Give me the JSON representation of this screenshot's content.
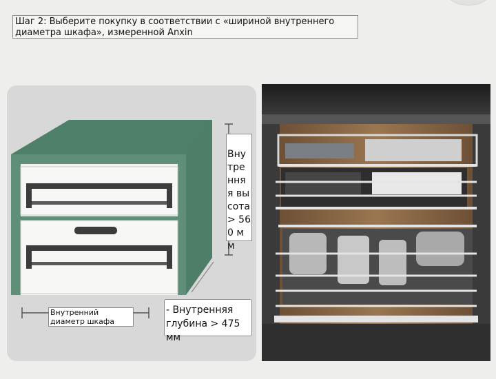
{
  "step": {
    "text": "Шаг 2: Выберите покупку в соответствии с «шириной внутреннего диаметра шкафа», измеренной Anxin"
  },
  "dimensions": {
    "height_label": "Внутренняя высота > 560 мм",
    "width_label": "Внутренний диаметр шкафа",
    "depth_label": "- Внутренняя глубина > 475 мм"
  },
  "colors": {
    "cabinet_green": "#5f8f79",
    "cabinet_dark_green": "#3f6e5b",
    "drawer_white": "#f2f2f0",
    "panel_gray": "#d8d8d8",
    "kitchen_dark": "#2b2b2b",
    "wood": "#8a6a47",
    "chrome": "#d9d9d9"
  }
}
